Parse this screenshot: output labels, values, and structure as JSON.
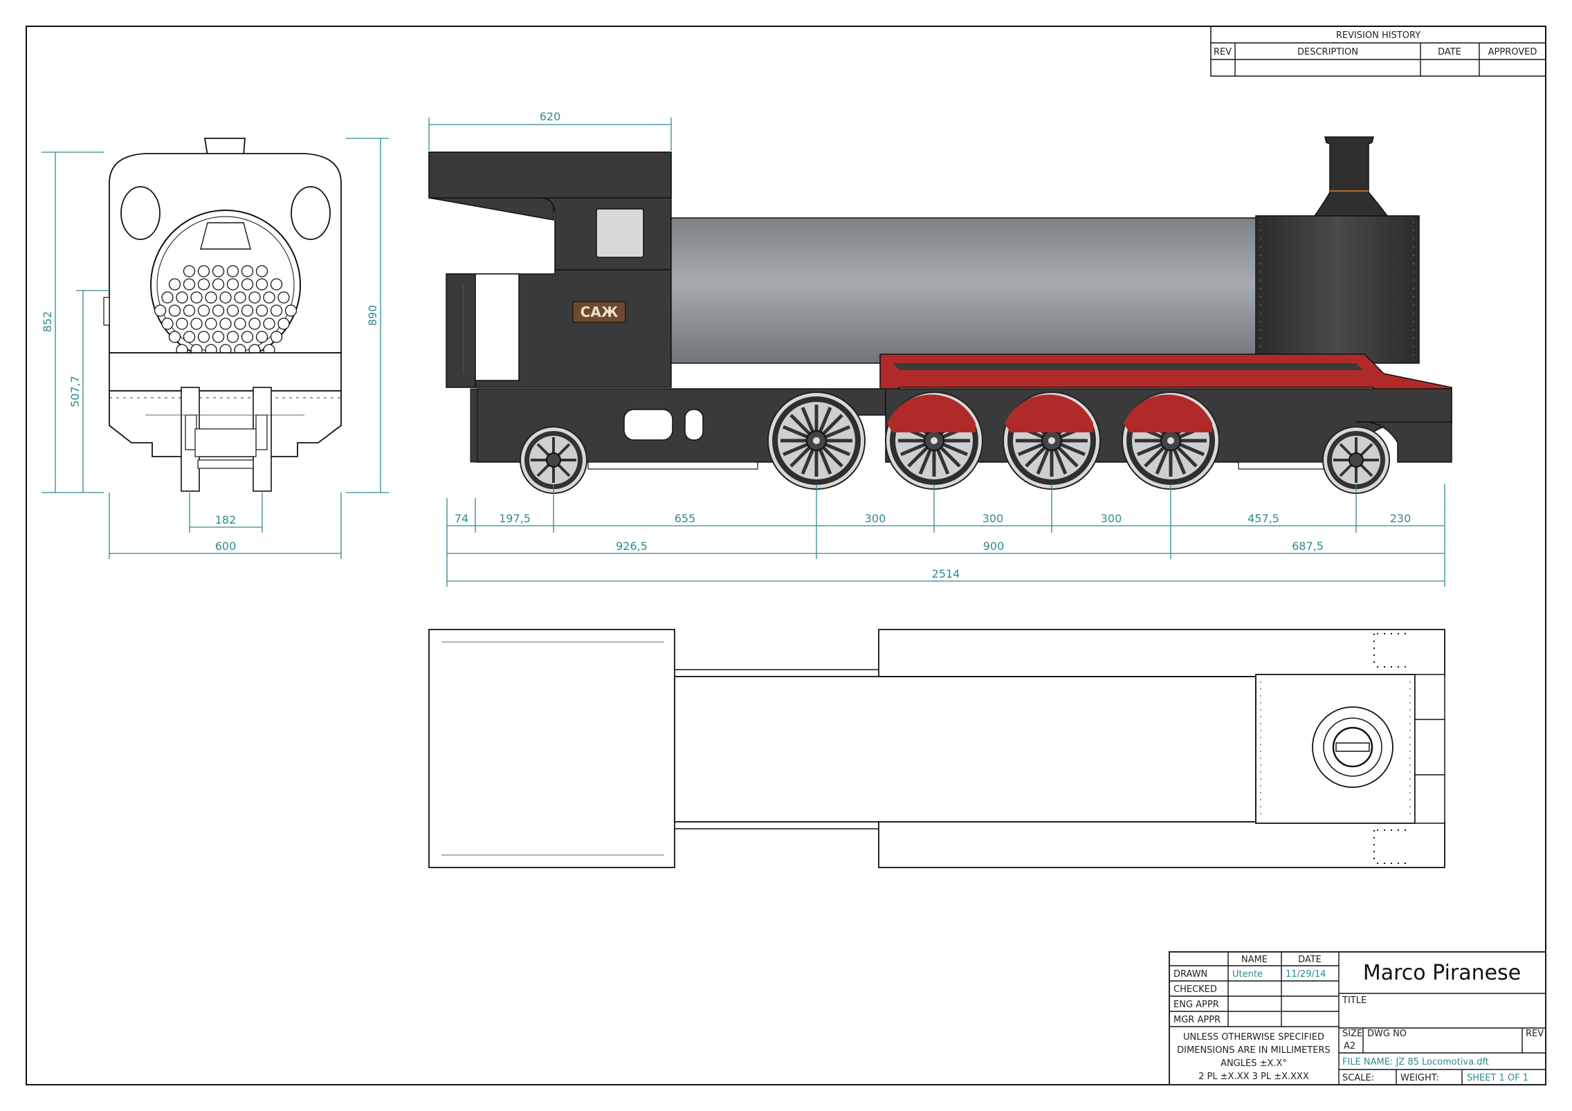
{
  "revision": {
    "title": "REVISION HISTORY",
    "headers": [
      "REV",
      "DESCRIPTION",
      "DATE",
      "APPROVED"
    ]
  },
  "front_view": {
    "dims": {
      "overall_height": "852",
      "height_890": "890",
      "axle_height": "507,7",
      "gauge": "182",
      "width": "600"
    }
  },
  "side_view": {
    "badge": "САЖ",
    "dims": {
      "cab_length": "620",
      "row1": [
        "74",
        "197,5",
        "655",
        "300",
        "300",
        "300",
        "457,5",
        "230"
      ],
      "row2": [
        "926,5",
        "900",
        "687,5"
      ],
      "total": "2514"
    }
  },
  "title_block": {
    "col_name": "NAME",
    "col_date": "DATE",
    "rows": [
      {
        "label": "DRAWN",
        "name": "Utente",
        "date": "11/29/14"
      },
      {
        "label": "CHECKED",
        "name": "",
        "date": ""
      },
      {
        "label": "ENG APPR",
        "name": "",
        "date": ""
      },
      {
        "label": "MGR APPR",
        "name": "",
        "date": ""
      }
    ],
    "notes": [
      "UNLESS OTHERWISE SPECIFIED",
      "DIMENSIONS ARE IN MILLIMETERS",
      "ANGLES ±X.X°",
      "2 PL ±X.XX 3 PL ±X.XXX"
    ],
    "company": "Marco Piranese",
    "title_label": "TITLE",
    "size_label": "SIZE",
    "size_value": "A2",
    "dwg_label": "DWG NO",
    "rev_label": "REV",
    "file_name": "FILE NAME: JZ 85 Locomotiva.dft",
    "scale_label": "SCALE:",
    "weight_label": "WEIGHT:",
    "sheet_label": "SHEET 1 OF 1"
  },
  "colors": {
    "body_dark": "#3a3a3a",
    "boiler": "#8c9196",
    "red": "#b02a2a",
    "dimension": "#2e8a8a",
    "badge": "#6b4a2e"
  }
}
